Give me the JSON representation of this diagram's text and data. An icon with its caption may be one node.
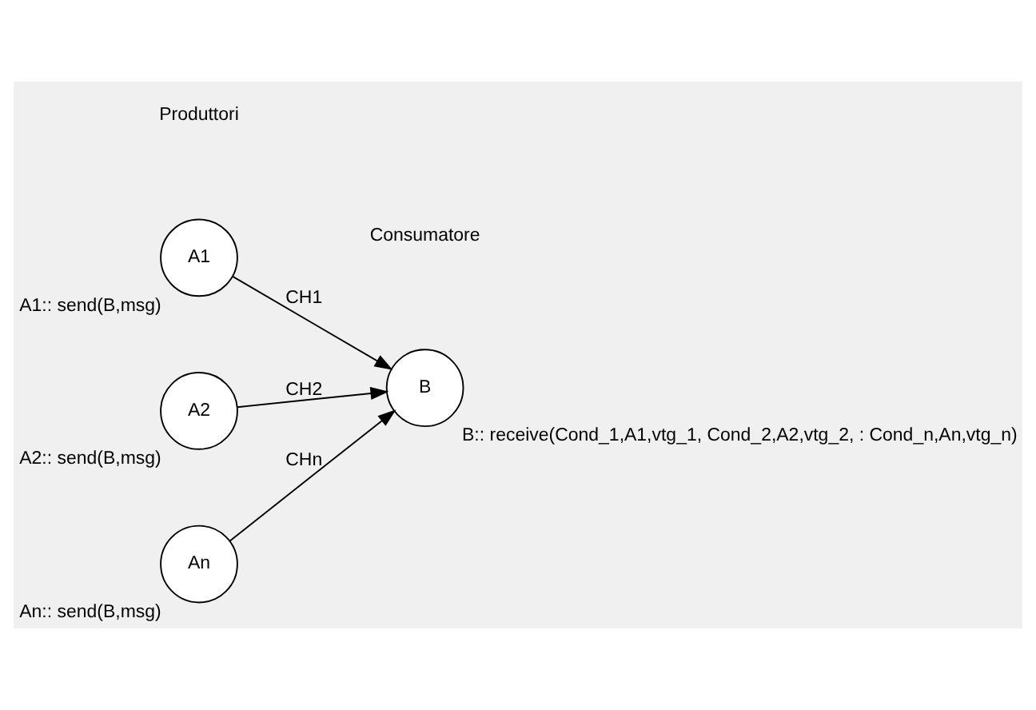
{
  "diagram": {
    "nodes": [
      {
        "text": [
          "A1"
        ],
        "beside": [
          "A1:: send(B,msg)"
        ]
      },
      {
        "text": [
          "A2"
        ],
        "beside": [
          "A2:: send(B,msg)"
        ]
      },
      {
        "text": [
          "An"
        ],
        "beside": [
          "An:: send(B,msg)"
        ]
      },
      {
        "text": [
          "B"
        ],
        "beside": [
          "B:: receive(Cond_1,A1,vtg_1, Cond_2,A2,vtg_2, : Cond_n,An,vtg_n)"
        ]
      }
    ],
    "edges": [
      {
        "from": 0,
        "to": 3,
        "arrow": "to",
        "label": "CH1"
      },
      {
        "from": 1,
        "to": 3,
        "arrow": "to",
        "label": "CH2"
      },
      {
        "from": 2,
        "to": 3,
        "arrow": "to",
        "label": "CHn"
      }
    ],
    "labels": [
      "Produttori",
      "Consumatore"
    ]
  }
}
